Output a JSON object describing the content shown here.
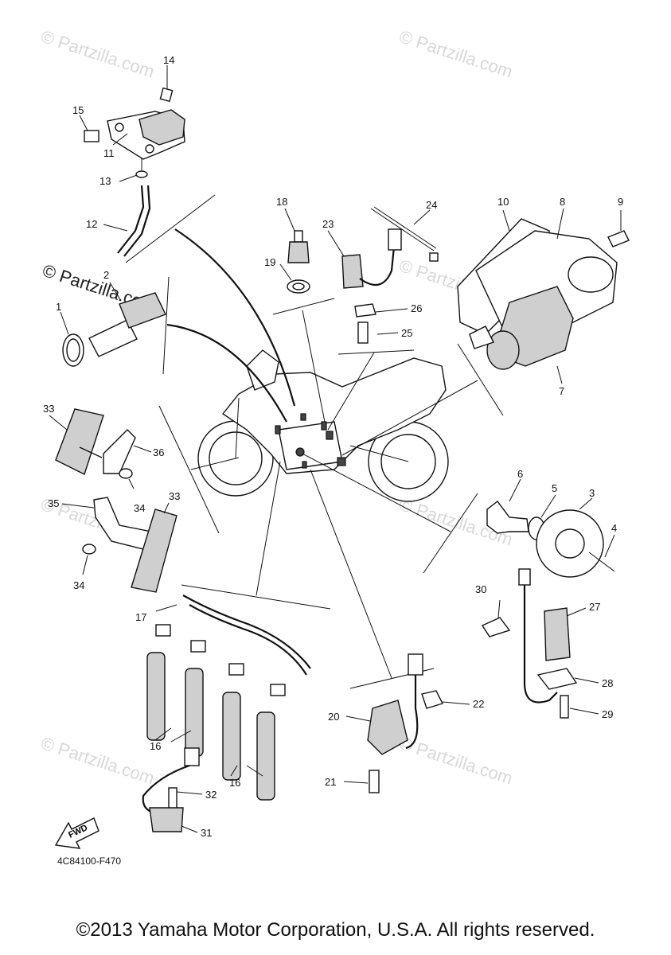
{
  "watermark": {
    "small_text": "© Partzilla.com",
    "large_text": "© Partzilla.com"
  },
  "fwd_label": "FWD",
  "diagram_code": "4C84100-F470",
  "copyright": "©2013 Yamaha Motor Corporation, U.S.A. All rights reserved.",
  "callouts": [
    "1",
    "2",
    "3",
    "4",
    "5",
    "6",
    "7",
    "8",
    "9",
    "10",
    "11",
    "12",
    "13",
    "14",
    "15",
    "16",
    "16",
    "17",
    "18",
    "19",
    "20",
    "21",
    "22",
    "23",
    "24",
    "25",
    "26",
    "27",
    "28",
    "29",
    "30",
    "31",
    "32",
    "33",
    "33",
    "34",
    "34",
    "35",
    "36"
  ]
}
